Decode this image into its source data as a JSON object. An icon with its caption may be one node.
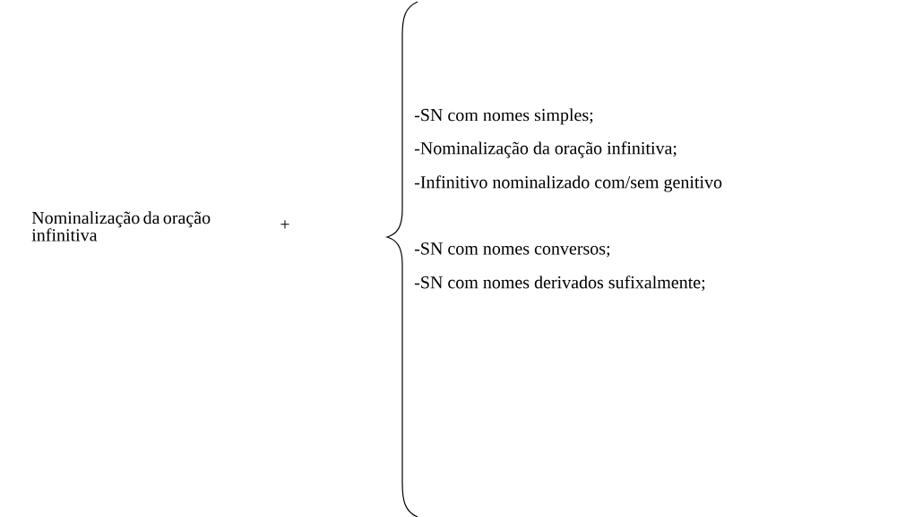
{
  "diagram": {
    "labels": [
      "Nominalização da oração infinitiva",
      "+",
      "-SN com nomes simples;",
      "-Nominalização da oração infinitiva;",
      "-Infinitivo nominalizado com/sem genitivo",
      "-SN com nomes conversos;",
      "-SN com nomes derivados sufixalmente;"
    ]
  }
}
